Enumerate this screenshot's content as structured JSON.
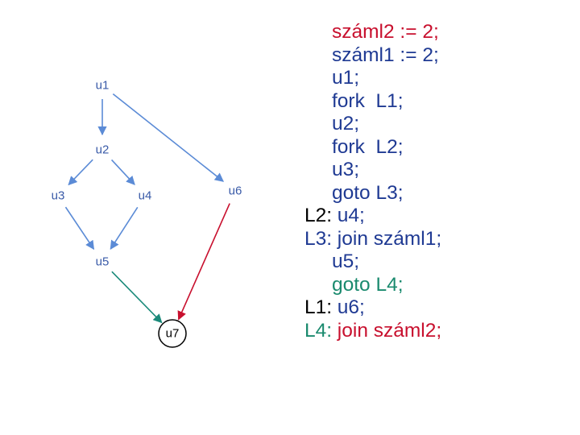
{
  "colors": {
    "node_text": "#3a5ba8",
    "edge_blue": "#5b8bd6",
    "edge_red": "#c8102e",
    "edge_teal": "#1a8a7a",
    "code_red": "#c8102e",
    "code_blue": "#1f3a93",
    "code_teal": "#1a8a6e",
    "black": "#000000"
  },
  "graph": {
    "nodes": [
      {
        "id": "u1",
        "label": "u1",
        "outlined": false
      },
      {
        "id": "u2",
        "label": "u2",
        "outlined": false
      },
      {
        "id": "u3",
        "label": "u3",
        "outlined": false
      },
      {
        "id": "u4",
        "label": "u4",
        "outlined": false
      },
      {
        "id": "u5",
        "label": "u5",
        "outlined": false
      },
      {
        "id": "u6",
        "label": "u6",
        "outlined": false
      },
      {
        "id": "u7",
        "label": "u7",
        "outlined": true
      }
    ],
    "edges": [
      {
        "from": "u1",
        "to": "u2",
        "color": "blue"
      },
      {
        "from": "u1",
        "to": "u6",
        "color": "blue"
      },
      {
        "from": "u2",
        "to": "u3",
        "color": "blue"
      },
      {
        "from": "u2",
        "to": "u4",
        "color": "blue"
      },
      {
        "from": "u3",
        "to": "u5",
        "color": "blue"
      },
      {
        "from": "u4",
        "to": "u5",
        "color": "blue"
      },
      {
        "from": "u5",
        "to": "u7",
        "color": "teal"
      },
      {
        "from": "u6",
        "to": "u7",
        "color": "red"
      }
    ]
  },
  "code": {
    "lines": [
      {
        "label": "",
        "stmt": "száml2 := 2;",
        "label_color": "black",
        "stmt_color": "red"
      },
      {
        "label": "",
        "stmt": "száml1 := 2;",
        "label_color": "black",
        "stmt_color": "blue"
      },
      {
        "label": "",
        "stmt": "u1;",
        "label_color": "black",
        "stmt_color": "blue"
      },
      {
        "label": "",
        "stmt": "fork  L1;",
        "label_color": "black",
        "stmt_color": "blue"
      },
      {
        "label": "",
        "stmt": "u2;",
        "label_color": "black",
        "stmt_color": "blue"
      },
      {
        "label": "",
        "stmt": "fork  L2;",
        "label_color": "black",
        "stmt_color": "blue"
      },
      {
        "label": "",
        "stmt": "u3;",
        "label_color": "black",
        "stmt_color": "blue"
      },
      {
        "label": "",
        "stmt": "goto L3;",
        "label_color": "black",
        "stmt_color": "blue"
      },
      {
        "label": "L2:",
        "stmt": "u4;",
        "label_color": "black",
        "stmt_color": "blue"
      },
      {
        "label": "L3:",
        "stmt": "join száml1;",
        "label_color": "blue",
        "stmt_color": "blue"
      },
      {
        "label": "",
        "stmt": "u5;",
        "label_color": "black",
        "stmt_color": "blue"
      },
      {
        "label": "",
        "stmt": "goto L4;",
        "label_color": "black",
        "stmt_color": "teal"
      },
      {
        "label": "L1:",
        "stmt": "u6;",
        "label_color": "black",
        "stmt_color": "blue"
      },
      {
        "label": "L4:",
        "stmt": "join száml2;",
        "label_color": "teal",
        "stmt_color": "red"
      }
    ]
  }
}
